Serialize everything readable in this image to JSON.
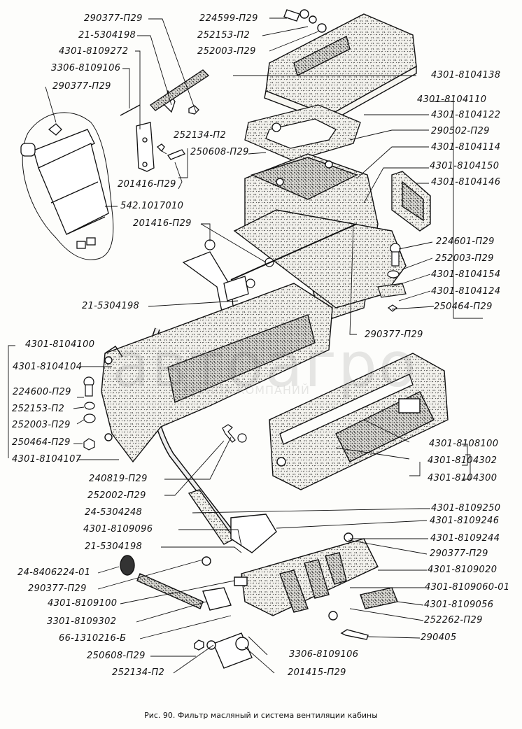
{
  "figure": {
    "caption": "Рис. 90. Фильтр масляный и система вентиляции кабины",
    "watermark": {
      "brand": "автоагро",
      "subtitle": "ГРУППА КОМПАНИЙ"
    }
  },
  "callouts": {
    "top_left": [
      "290377-П29",
      "21-5304198",
      "4301-8109272",
      "3306-8109106",
      "290377-П29"
    ],
    "top_center": [
      "224599-П29",
      "252153-П2",
      "252003-П29"
    ],
    "filter_group": [
      "252134-П2",
      "250608-П29",
      "201416-П29",
      "542.1017010",
      "201416-П29",
      "21-5304198"
    ],
    "right_upper": [
      "4301-8104138",
      "4301-8104110",
      "4301-8104122",
      "290502-П29",
      "4301-8104114",
      "4301-8104150",
      "4301-8104146",
      "224601-П29",
      "252003-П29",
      "4301-8104154",
      "4301-8104124",
      "250464-П29",
      "290377-П29"
    ],
    "left_middle": [
      "4301-8104100",
      "4301-8104104",
      "224600-П29",
      "252153-П2",
      "252003-П29",
      "250464-П29",
      "4301-8104107"
    ],
    "right_middle": [
      "4301-8108100",
      "4301-8104302",
      "4301-8104300"
    ],
    "center_lower": [
      "240819-П29",
      "252002-П29",
      "24-5304248",
      "4301-8109096",
      "21-5304198"
    ],
    "right_lower": [
      "4301-8109250",
      "4301-8109246",
      "4301-8109244",
      "290377-П29",
      "4301-8109020",
      "4301-8109060-01",
      "4301-8109056",
      "252262-П29",
      "290405"
    ],
    "left_lower": [
      "24-8406224-01",
      "290377-П29",
      "4301-8109100",
      "3301-8109302",
      "66-1310216-Б",
      "250608-П29",
      "252134-П2"
    ],
    "bottom_center": [
      "3306-8109106",
      "201415-П29"
    ]
  }
}
